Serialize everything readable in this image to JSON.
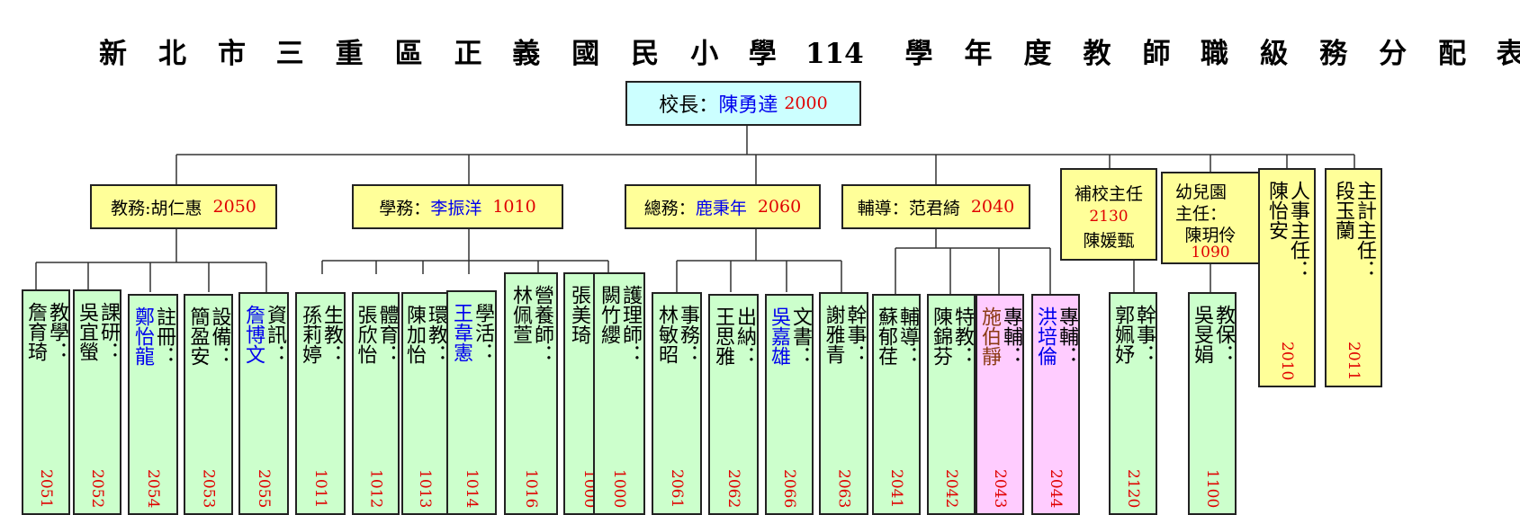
{
  "title": {
    "chars": [
      "新",
      "北",
      "市",
      "三",
      "重",
      "區",
      "正",
      "義",
      "國",
      "民",
      "小",
      "學",
      "114",
      "學",
      "年",
      "度",
      "教",
      "師",
      "職",
      "級",
      "務",
      "分",
      "配",
      "表"
    ]
  },
  "principal": {
    "role": "校長：",
    "name": "陳勇達",
    "ext": "2000"
  },
  "departments": [
    {
      "role": "教務:",
      "name": "胡仁惠",
      "ext": "2050",
      "name_color": "black"
    },
    {
      "role": "學務：",
      "name": "李振洋",
      "ext": "1010",
      "name_color": "blue"
    },
    {
      "role": "總務：",
      "name": "鹿秉年",
      "ext": "2060",
      "name_color": "blue"
    },
    {
      "role": "輔導：",
      "name": "范君綺",
      "ext": "2040",
      "name_color": "black"
    }
  ],
  "side_units": {
    "supplementary": {
      "l1": "補校主任",
      "ext": "2130",
      "name": "陳媛甄"
    },
    "kindergarten": {
      "l1": "幼兒園",
      "l2": "主任：",
      "name": "陳玥伶",
      "ext": "1090"
    },
    "personnel": {
      "role": "人事主任：",
      "name": "陳怡安",
      "ext": "2010"
    },
    "accounting": {
      "role": "主計主任：",
      "name": "段玉蘭",
      "ext": "2011"
    }
  },
  "staff": [
    {
      "role": "教學：",
      "name": "詹育琦",
      "ext": "2051",
      "color": "black",
      "bg": "green"
    },
    {
      "role": "課研：",
      "name": "吳宜螢",
      "ext": "2052",
      "color": "black",
      "bg": "green"
    },
    {
      "role": "註冊：",
      "name": "鄭怡龍",
      "ext": "2054",
      "color": "blue",
      "bg": "green"
    },
    {
      "role": "設備：",
      "name": "簡盈安",
      "ext": "2053",
      "color": "black",
      "bg": "green"
    },
    {
      "role": "資訊：",
      "name": "詹博文",
      "ext": "2055",
      "color": "blue",
      "bg": "green"
    },
    {
      "role": "生教：",
      "name": "孫莉婷",
      "ext": "1011",
      "color": "black",
      "bg": "green"
    },
    {
      "role": "體育：",
      "name": "張欣怡",
      "ext": "1012",
      "color": "black",
      "bg": "green"
    },
    {
      "role": "環教：",
      "name": "陳加怡",
      "ext": "1013",
      "color": "black",
      "bg": "green"
    },
    {
      "role": "學活：",
      "name": "王韋憲",
      "ext": "1014",
      "color": "blue",
      "bg": "green"
    },
    {
      "role": "營養師：",
      "name": "林佩萱",
      "ext": "1016",
      "color": "black",
      "bg": "green"
    },
    {
      "role": "護理師：",
      "name": "張美琦",
      "ext": "1000",
      "color": "black",
      "bg": "green"
    },
    {
      "role": "護理師：",
      "name": "闕竹纓",
      "ext": "1000",
      "color": "black",
      "bg": "green"
    },
    {
      "role": "事務：",
      "name": "林敏昭",
      "ext": "2061",
      "color": "black",
      "bg": "green"
    },
    {
      "role": "出納：",
      "name": "王思雅",
      "ext": "2062",
      "color": "black",
      "bg": "green"
    },
    {
      "role": "文書：",
      "name": "吳嘉雄",
      "ext": "2066",
      "color": "blue",
      "bg": "green"
    },
    {
      "role": "幹事：",
      "name": "謝雅青",
      "ext": "2063",
      "color": "black",
      "bg": "green"
    },
    {
      "role": "輔導：",
      "name": "蘇郁荏",
      "ext": "2041",
      "color": "black",
      "bg": "green"
    },
    {
      "role": "特教：",
      "name": "陳錦芬",
      "ext": "2042",
      "color": "black",
      "bg": "green"
    },
    {
      "role": "專輔：",
      "name": "施伯靜",
      "ext": "2043",
      "color": "brown",
      "bg": "pink"
    },
    {
      "role": "專輔：",
      "name": "洪培倫",
      "ext": "2044",
      "color": "blue",
      "bg": "pink"
    },
    {
      "role": "幹事：",
      "name": "郭姵妤",
      "ext": "2120",
      "color": "black",
      "bg": "green"
    },
    {
      "role": "教保：",
      "name": "吳旻娟",
      "ext": "1100",
      "color": "black",
      "bg": "green"
    }
  ]
}
